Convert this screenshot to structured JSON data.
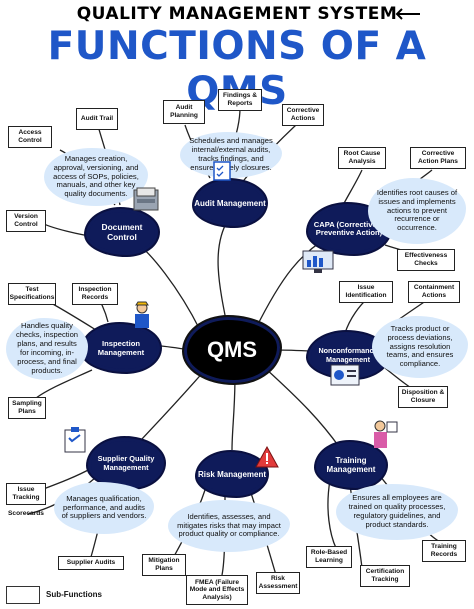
{
  "header": {
    "subtitle": "QUALITY MANAGEMENT SYSTEM",
    "title": "FUNCTIONS OF A QMS"
  },
  "center": {
    "label": "QMS"
  },
  "functions": {
    "audit": {
      "label": "Audit Management",
      "description": "Schedules and manages internal/external audits, tracks findings, and ensures timely closures.",
      "subs": [
        "Audit Planning",
        "Findings & Reports",
        "Corrective Actions"
      ]
    },
    "capa": {
      "label": "CAPA (Corrective & Preventive Action)",
      "description": "Identifies root causes of issues and implements actions to prevent recurrence or occurrence.",
      "subs": [
        "Root Cause Analysis",
        "Corrective Action Plans",
        "Effectiveness Checks"
      ]
    },
    "document": {
      "label": "Document Control",
      "description": "Manages creation, approval, versioning, and access of SOPs, policies, manuals, and other key quality documents.",
      "subs": [
        "Access Control",
        "Audit Trail",
        "Version Control"
      ]
    },
    "inspection": {
      "label": "Inspection Management",
      "description": "Handles quality checks, inspection plans, and results for incoming, in-process, and final products.",
      "subs": [
        "Test Specifications",
        "Inspection Records",
        "Sampling Plans"
      ]
    },
    "nonconformance": {
      "label": "Nonconformance Management",
      "description": "Tracks product or process deviations, assigns resolution teams, and ensures compliance.",
      "subs": [
        "Issue Identification",
        "Containment Actions",
        "Disposition & Closure"
      ]
    },
    "supplier": {
      "label": "Supplier Quality Management",
      "description": "Manages qualification, performance, and audits of suppliers and vendors.",
      "subs": [
        "Issue Tracking",
        "Scorecards",
        "Supplier Audits"
      ]
    },
    "risk": {
      "label": "Risk Management",
      "description": "Identifies, assesses, and mitigates risks that may impact product quality or compliance.",
      "subs": [
        "Mitigation Plans",
        "FMEA (Failure Mode and Effects Analysis)",
        "Risk Assessment"
      ]
    },
    "training": {
      "label": "Training Management",
      "description": "Ensures all employees are trained on quality processes, regulatory guidelines, and product standards.",
      "subs": [
        "Role-Based Learning",
        "Certification Tracking",
        "Training Records"
      ]
    }
  },
  "legend": {
    "label": "Sub-Functions"
  },
  "colors": {
    "title_blue": "#1f57c8",
    "cloud_navy": "#0f1b5a",
    "description_blob": "#d8e9fb",
    "center_black": "#000000"
  }
}
